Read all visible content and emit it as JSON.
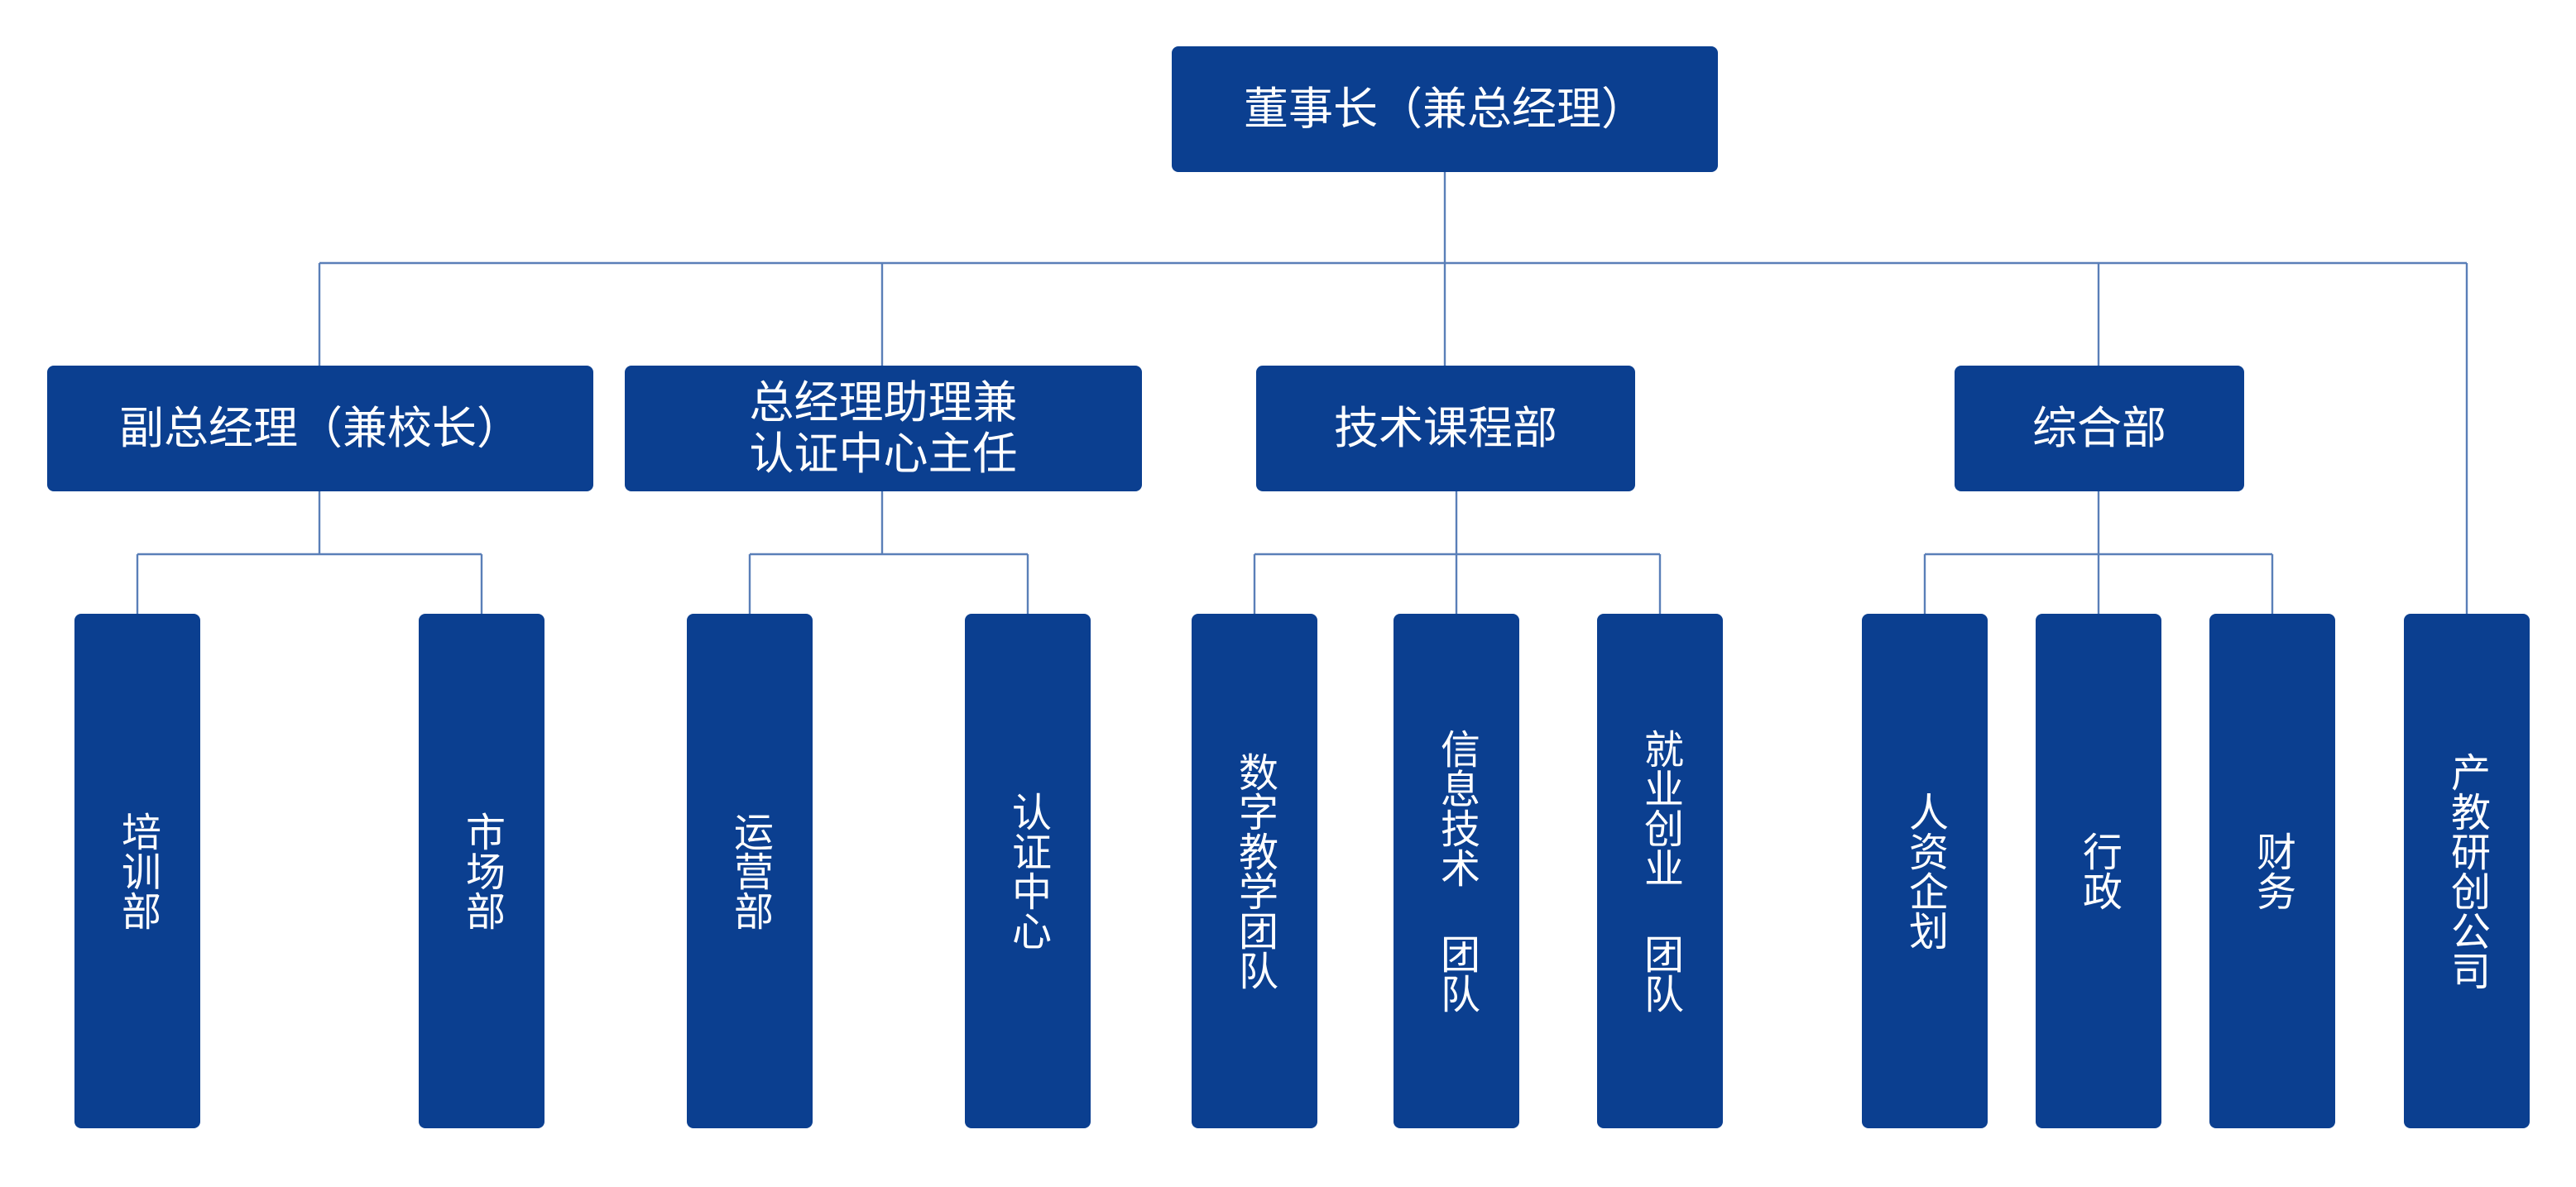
{
  "colors": {
    "box_fill": "#0b3f90",
    "box_text": "#ffffff",
    "connector": "#5a7fb8",
    "background": "#ffffff"
  },
  "root": {
    "label": "董事长（兼总经理）"
  },
  "departments": [
    {
      "label": "副总经理（兼校长）"
    },
    {
      "label": "总经理助理兼\n认证中心主任"
    },
    {
      "label": "技术课程部"
    },
    {
      "label": "综合部"
    }
  ],
  "units": [
    {
      "label": "培训部"
    },
    {
      "label": "市场部"
    },
    {
      "label": "运营部"
    },
    {
      "label": "认证中心"
    },
    {
      "label": "数字教学团队"
    },
    {
      "label": "信息技术 团队"
    },
    {
      "label": "就业创业 团队"
    },
    {
      "label": "人资企划"
    },
    {
      "label": "行政"
    },
    {
      "label": "财务"
    },
    {
      "label": "产教研创公司"
    }
  ]
}
